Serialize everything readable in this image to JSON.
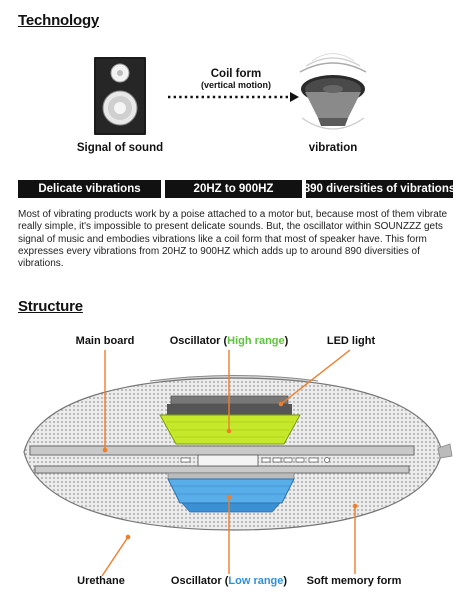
{
  "technology": {
    "title": "Technology",
    "signal_label": "Signal of sound",
    "coil_label": "Coil form",
    "coil_sub": "(vertical motion)",
    "vibration_label": "vibration",
    "bars": [
      "Delicate vibrations",
      "20HZ to 900HZ",
      "890 diversities of vibrations"
    ],
    "paragraph": "Most of vibrating products work by a poise attached to a motor but, because most of them vibrate really simple, it's impossible to present delicate sounds. But, the oscillator within SOUNZZZ gets signal of music and embodies vibrations like a coil form that most of speaker have. This form expresses every vibrations from 20HZ to 900HZ which adds up to around 890 diversities of vibrations."
  },
  "structure": {
    "title": "Structure",
    "main_board": "Main board",
    "osc_high_prefix": "Oscillator (",
    "osc_high_range": "High range",
    "osc_suffix": ")",
    "led_light": "LED light",
    "urethane": "Urethane",
    "osc_low_prefix": "Oscillator (",
    "osc_low_range": "Low range",
    "soft_memory_form": "Soft memory form"
  },
  "colors": {
    "high_range": "#5cc43b",
    "low_range": "#2f8fdc",
    "callout": "#f07d2a",
    "bar_bg": "#111111"
  }
}
